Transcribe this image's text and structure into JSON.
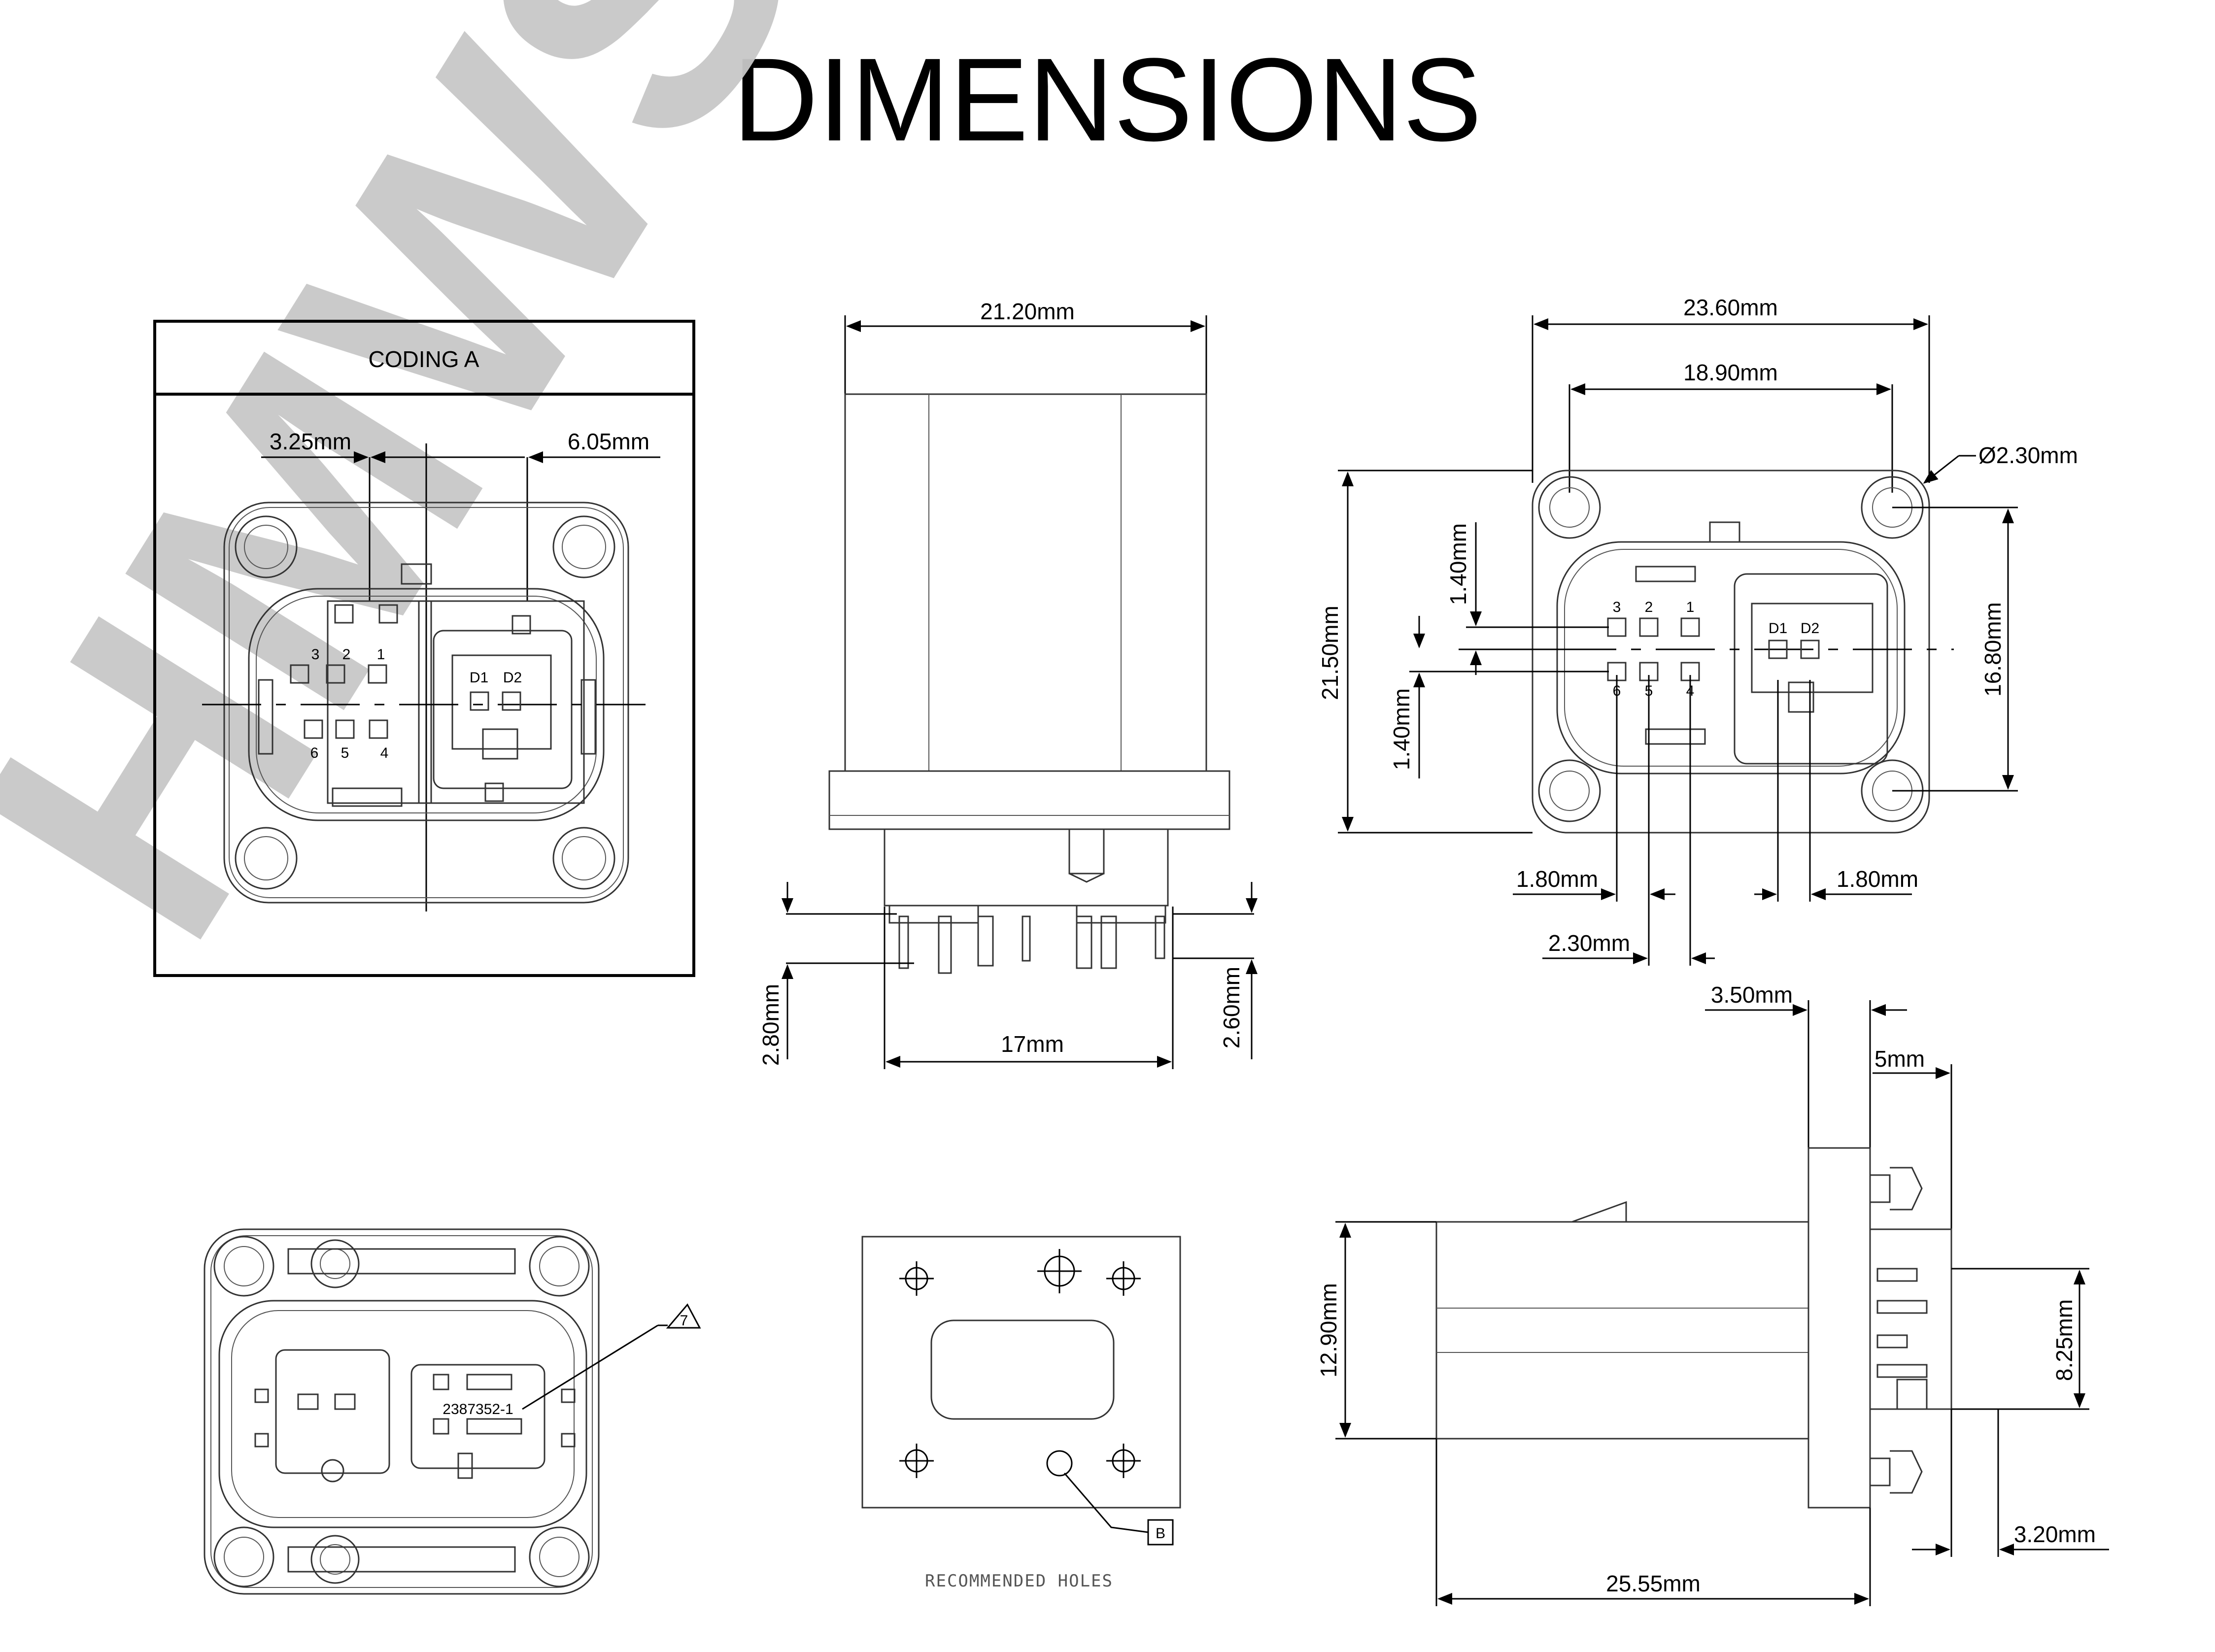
{
  "title": "DIMENSIONS",
  "watermark": "HMWS",
  "coding_label": "CODING A",
  "front_view": {
    "dim_left": "3.25mm",
    "dim_right": "6.05mm",
    "pins_top": [
      "3",
      "2",
      "1"
    ],
    "pins_bottom": [
      "6",
      "5",
      "4"
    ],
    "pins_right": [
      "D1",
      "D2"
    ]
  },
  "side_view": {
    "width": "21.20mm",
    "pin_span": "17mm",
    "dim_left_height": "2.80mm",
    "dim_right_height": "2.60mm"
  },
  "flange_view": {
    "overall_width": "23.60mm",
    "hole_spacing": "18.90mm",
    "hole_diameter": "Ø2.30mm",
    "overall_height": "21.50mm",
    "hole_spacing_vertical": "16.80mm",
    "pitch_top": "1.40mm",
    "pitch_bottom": "1.40mm",
    "pitch_left": "1.80mm",
    "pitch_right": "1.80mm",
    "pitch_center": "2.30mm",
    "pins_top": [
      "3",
      "2",
      "1"
    ],
    "pins_bottom": [
      "6",
      "5",
      "4"
    ],
    "pins_right": [
      "D1",
      "D2"
    ]
  },
  "rear_view": {
    "part_number": "2387352-1",
    "callout": "7"
  },
  "holes_view": {
    "label": "RECOMMENDED HOLES",
    "callout": "B"
  },
  "profile_view": {
    "flange_thickness": "3.50mm",
    "pin_offset": "5mm",
    "body_height": "12.90mm",
    "pin_height": "8.25mm",
    "pin_length": "3.20mm",
    "body_length": "25.55mm"
  }
}
